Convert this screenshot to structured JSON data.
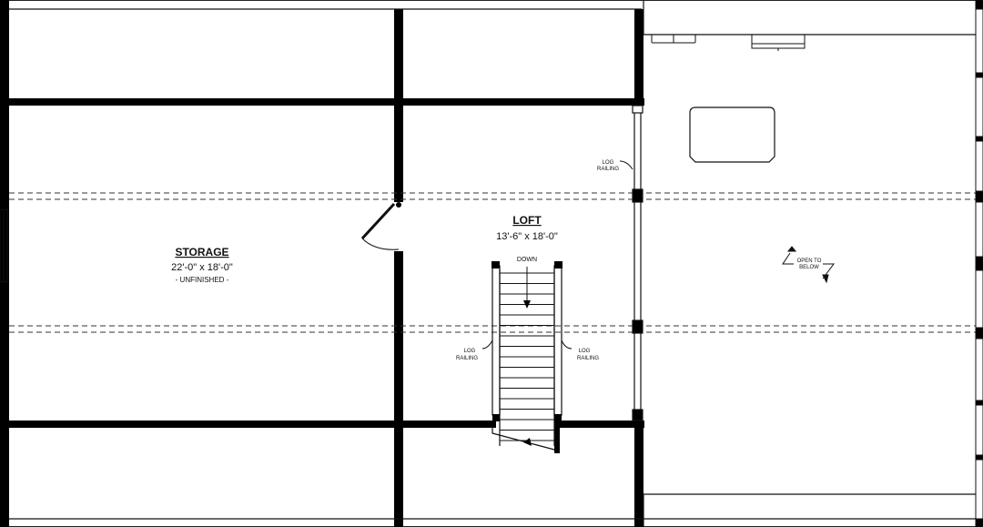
{
  "rooms": {
    "storage": {
      "name": "STORAGE",
      "size": "22'-0\" x 18'-0\"",
      "note": "- UNFINISHED -"
    },
    "loft": {
      "name": "LOFT",
      "size": "13'-6\" x 18'-0\""
    }
  },
  "stair": {
    "direction": "DOWN"
  },
  "railing_labels": {
    "upper_line1": "LOG",
    "upper_line2": "RAILING",
    "left_line1": "LOG",
    "left_line2": "RAILING",
    "right_line1": "LOG",
    "right_line2": "RAILING"
  },
  "open_to_below": {
    "line1": "OPEN TO",
    "line2": "BELOW"
  },
  "colors": {
    "wall": "#000000",
    "line": "#111111",
    "background": "#ffffff"
  }
}
